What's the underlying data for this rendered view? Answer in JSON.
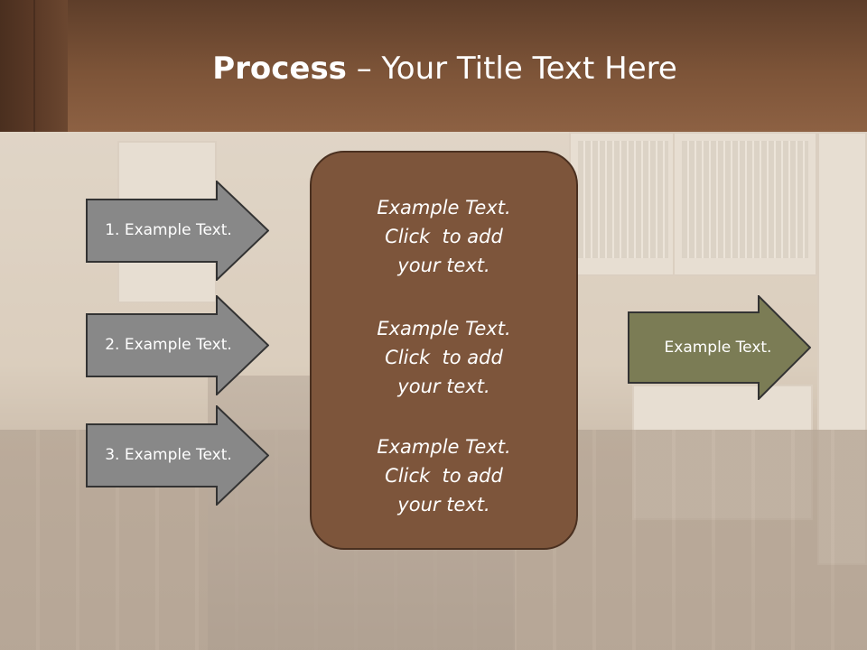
{
  "title": {
    "bold": "Process",
    "rest": " – Your Title Text Here"
  },
  "left_arrows": [
    {
      "label": "1. Example Text."
    },
    {
      "label": "2. Example Text."
    },
    {
      "label": "3. Example Text."
    }
  ],
  "center_blocks": [
    {
      "line1": "Example Text.",
      "line2": "Click  to add",
      "line3": "your text."
    },
    {
      "line1": "Example Text.",
      "line2": "Click  to add",
      "line3": "your text."
    },
    {
      "line1": "Example Text.",
      "line2": "Click  to add",
      "line3": "your text."
    }
  ],
  "right_arrow": {
    "label": "Example Text."
  },
  "colors": {
    "title_bar": "#7d5438",
    "center_box": "#7d553b",
    "left_arrow_fill": "#888888",
    "right_arrow_fill": "#7b7c55"
  }
}
